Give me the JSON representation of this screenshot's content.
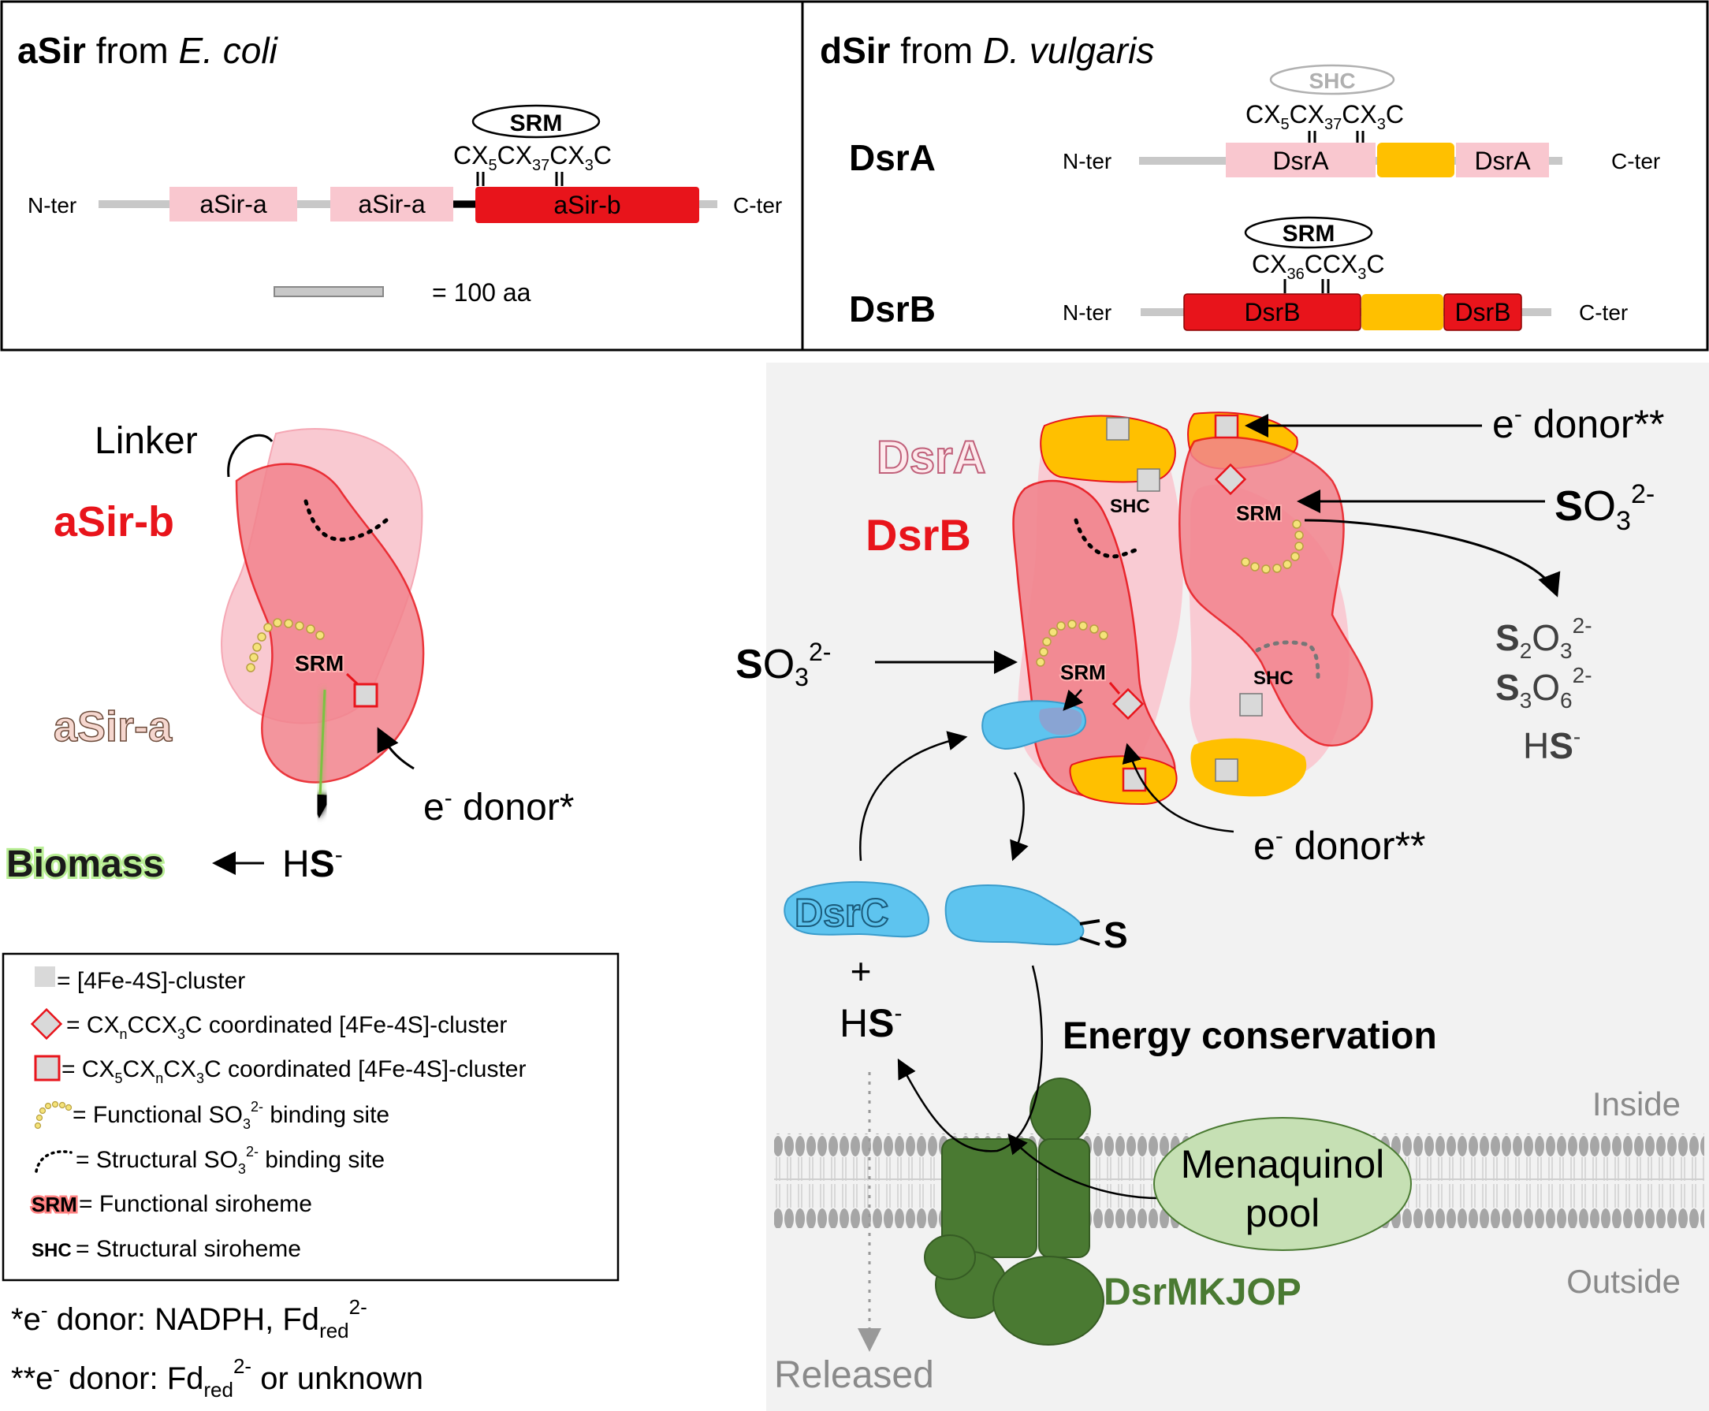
{
  "top_left": {
    "title_bold": "aSir",
    "title_mid": " from ",
    "title_italic": "E. coli",
    "srm": "SRM",
    "motif": [
      "CX",
      "5",
      "CX",
      "37",
      "CX",
      "3",
      "C"
    ],
    "n_ter": "N-ter",
    "c_ter": "C-ter",
    "domain_a1": "aSir-a",
    "domain_a2": "aSir-a",
    "domain_b": "aSir-b",
    "scale_label": "= 100 aa"
  },
  "top_right": {
    "title_bold": "dSir",
    "title_mid": " from ",
    "title_italic": "D. vulgaris",
    "shc": "SHC",
    "motif_a": [
      "CX",
      "5",
      "CX",
      "37",
      "CX",
      "3",
      "C"
    ],
    "dsra_label": "DsrA",
    "dsra_n": "N-ter",
    "dsra_c": "C-ter",
    "dsra_dom1": "DsrA",
    "dsra_dom2": "DsrA",
    "srm": "SRM",
    "motif_b": [
      "CX",
      "36",
      "CCX",
      "3",
      "C"
    ],
    "dsrb_label": "DsrB",
    "dsrb_n": "N-ter",
    "dsrb_c": "C-ter",
    "dsrb_dom1": "DsrB",
    "dsrb_dom2": "DsrB"
  },
  "left_diagram": {
    "linker": "Linker",
    "asir_b": "aSir-b",
    "asir_a": "aSir-a",
    "srm": "SRM",
    "sulfite_S": "S",
    "sulfite_O": "O",
    "sulfite_3": "3",
    "sulfite_charge": "2-",
    "edonor_e": "e",
    "edonor_sup": "-",
    "edonor_text": " donor*",
    "biomass": "Biomass",
    "hs_H": "H",
    "hs_S": "S",
    "hs_sup": "-"
  },
  "right_diagram": {
    "dsra": "DsrA",
    "dsrb": "DsrB",
    "shc_1": "SHC",
    "shc_2": "SHC",
    "srm_1": "SRM",
    "srm_2": "SRM",
    "edonor_top": " donor**",
    "edonor_bottom": " donor**",
    "e": "e",
    "e_sup": "-",
    "sulfite_S": "S",
    "sulfite_O": "O",
    "sulfite_3": "3",
    "sulfite_charge": "2-",
    "products": {
      "p1": [
        "S",
        "2",
        "O",
        "3",
        "2-"
      ],
      "p2": [
        "S",
        "3",
        "O",
        "6",
        "2-"
      ],
      "p3": [
        "H",
        "S",
        "-"
      ]
    },
    "dsrc": "DsrC",
    "plus": "+",
    "hs_H": "H",
    "hs_S": "S",
    "hs_sup": "-",
    "dsrc_s": "S",
    "energy": "Energy conservation",
    "inside": "Inside",
    "outside": "Outside",
    "menaquinol_1": "Menaquinol",
    "menaquinol_2": "pool",
    "dsrmkjop": "DsrMKJOP",
    "released": "Released"
  },
  "legend": {
    "item1": "= [4Fe-4S]-cluster",
    "item2": [
      "= CX",
      "n",
      "CCX",
      "3",
      "C coordinated [4Fe-4S]-cluster"
    ],
    "item3": [
      "= CX",
      "5",
      "CX",
      "n",
      "CX",
      "3",
      "C coordinated [4Fe-4S]-cluster"
    ],
    "item4": [
      "= Functional SO",
      "3",
      "2-",
      " binding site"
    ],
    "item5": [
      "= Structural SO",
      "3",
      "2-",
      " binding site"
    ],
    "item6_tag": "SRM",
    "item6": "= Functional siroheme",
    "item7_tag": "SHC",
    "item7": "= Structural siroheme"
  },
  "footnotes": {
    "f1": [
      "*e",
      "-",
      " donor: NADPH,  Fd",
      "red",
      "2-"
    ],
    "f2": [
      "**e",
      "-",
      " donor: Fd",
      "red",
      "2-",
      " or unknown"
    ]
  },
  "colors": {
    "pink_light": "#f9c7cf",
    "red": "#e8141b",
    "yellow": "#ffc000",
    "blue": "#5ec4ef",
    "green": "#4a7a32",
    "green_light": "#c6e0b4"
  }
}
